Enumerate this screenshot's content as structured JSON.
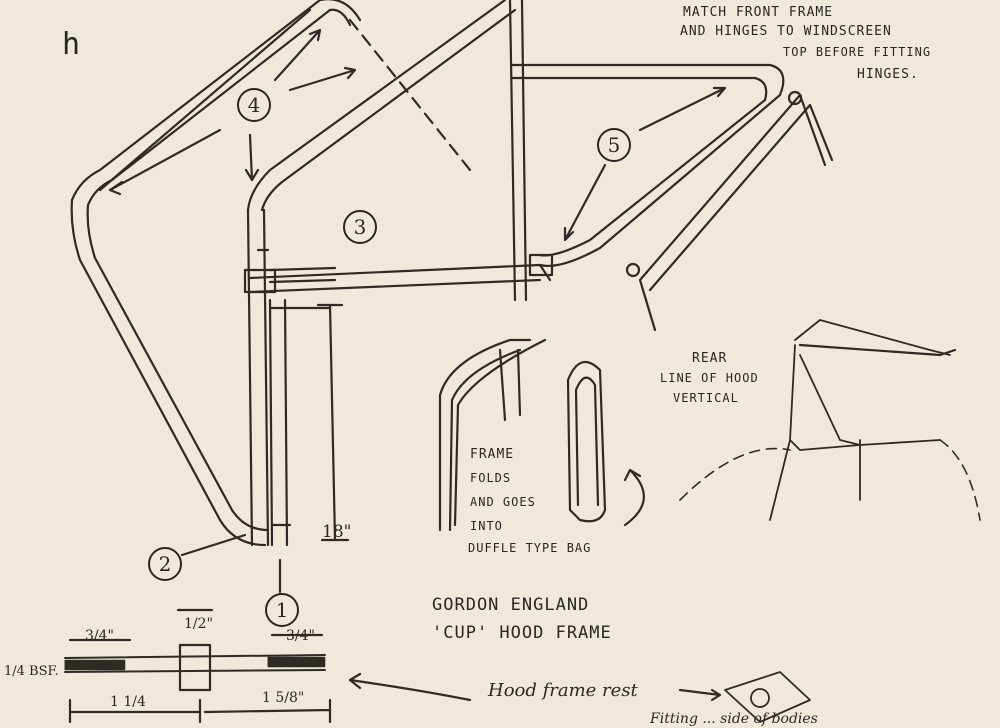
{
  "notes": {
    "fitting": [
      "MATCH FRONT FRAME",
      "AND HINGES TO WINDSCREEN",
      "TOP BEFORE FITTING",
      "HINGES."
    ],
    "rear": [
      "REAR",
      "LINE OF HOOD",
      "VERTICAL"
    ],
    "folding": [
      "FRAME",
      "FOLDS",
      "AND GOES",
      "INTO",
      "DUFFLE TYPE BAG"
    ],
    "title": [
      "GORDON ENGLAND",
      "'CUP' HOOD FRAME"
    ],
    "rest_label": "Hood frame rest",
    "bottom_fragment": "Fitting ... side of bodies"
  },
  "callouts": [
    "1",
    "2",
    "3",
    "4",
    "5"
  ],
  "dimensions": {
    "height": "18\"",
    "left_sleeve": "3/4\"",
    "center_block": "1/2\"",
    "right_sleeve": "3/4\"",
    "left_length": "1 1/4",
    "right_length": "1 5/8\"",
    "rod_size": "1/4 BSF."
  },
  "marks": {
    "corner_mark": "h"
  }
}
